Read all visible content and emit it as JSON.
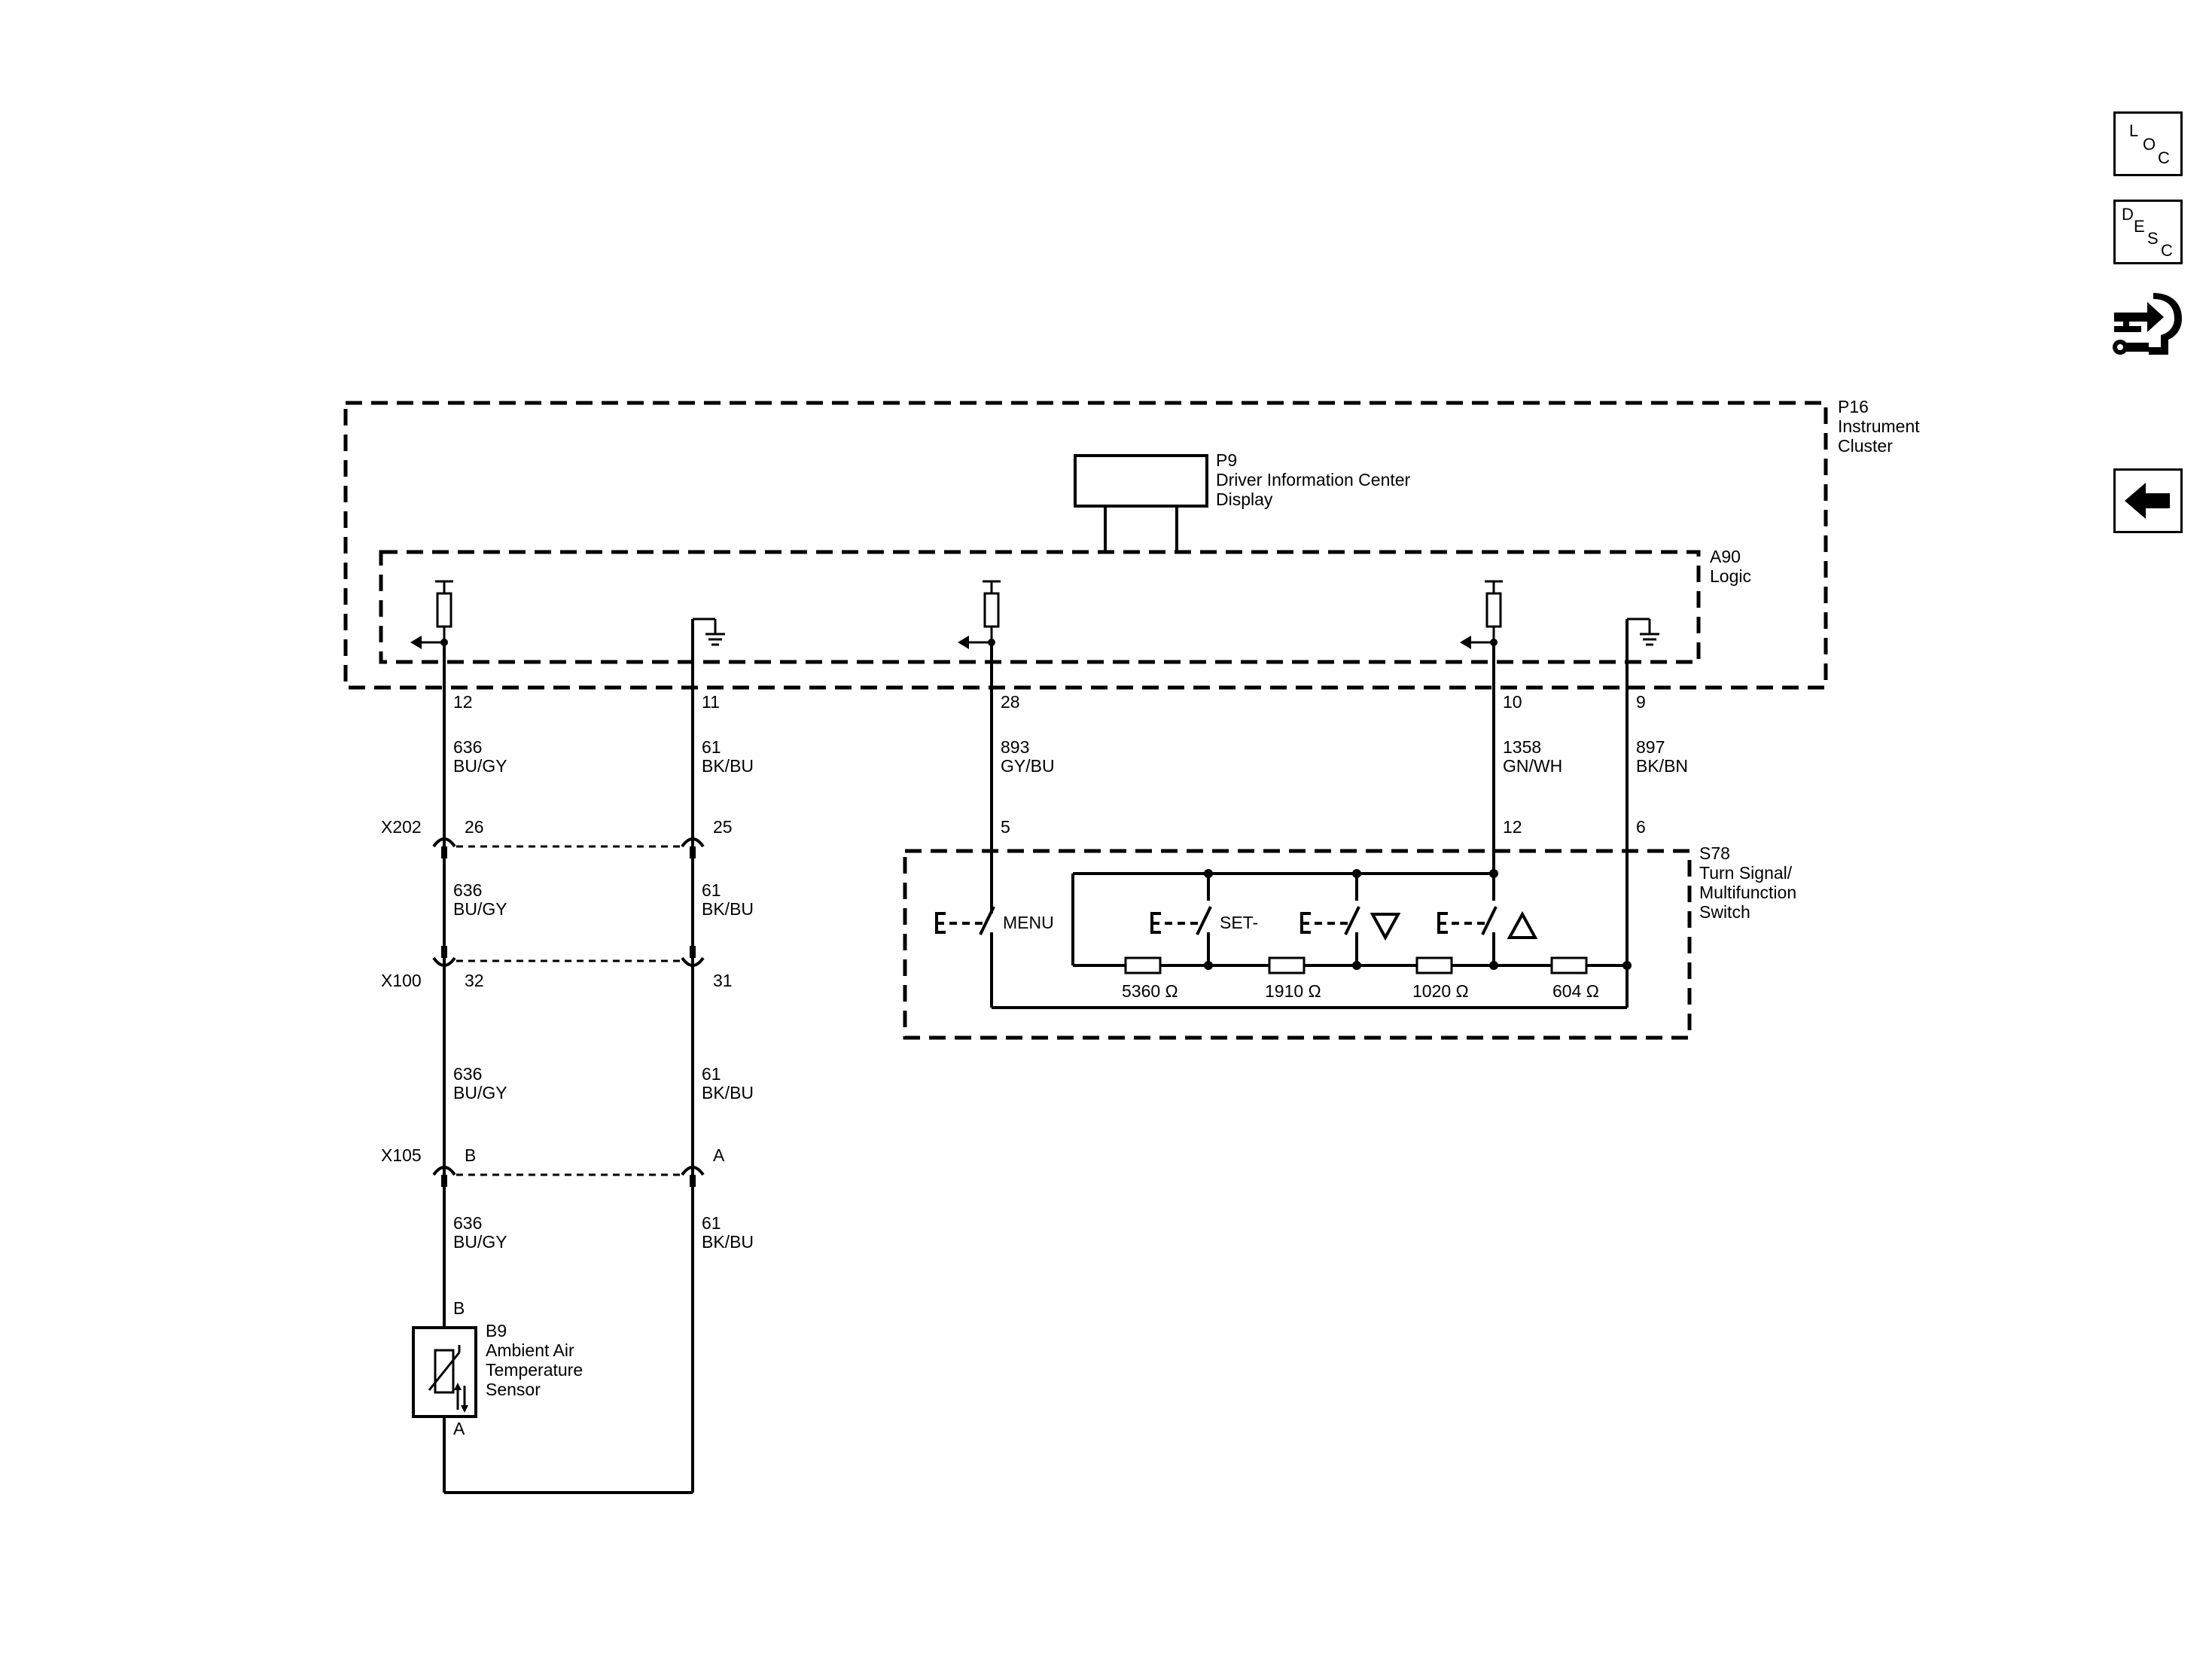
{
  "nav": {
    "loc": {
      "l1": "L",
      "l2": "O",
      "l3": "C"
    },
    "desc": {
      "l1": "D",
      "l2": "E",
      "l3": "S",
      "l4": "C"
    }
  },
  "modules": {
    "p16": {
      "id": "P16",
      "line1": "Instrument",
      "line2": "Cluster"
    },
    "p9": {
      "id": "P9",
      "line1": "Driver Information Center",
      "line2": "Display"
    },
    "a90": {
      "id": "A90",
      "line1": "Logic"
    },
    "s78": {
      "id": "S78",
      "line1": "Turn Signal/",
      "line2": "Multifunction",
      "line3": "Switch"
    },
    "b9": {
      "id": "B9",
      "line1": "Ambient Air",
      "line2": "Temperature",
      "line3": "Sensor",
      "pin_top": "B",
      "pin_bottom": "A"
    }
  },
  "pins": {
    "p12": "12",
    "p11": "11",
    "p28": "28",
    "p10": "10",
    "p9": "9",
    "s5": "5",
    "s12": "12",
    "s6": "6"
  },
  "wires": {
    "w12_1": {
      "circuit": "636",
      "color": "BU/GY"
    },
    "w11_1": {
      "circuit": "61",
      "color": "BK/BU"
    },
    "w28": {
      "circuit": "893",
      "color": "GY/BU"
    },
    "w10": {
      "circuit": "1358",
      "color": "GN/WH"
    },
    "w9": {
      "circuit": "897",
      "color": "BK/BN"
    },
    "w12_2": {
      "circuit": "636",
      "color": "BU/GY"
    },
    "w11_2": {
      "circuit": "61",
      "color": "BK/BU"
    },
    "w12_3": {
      "circuit": "636",
      "color": "BU/GY"
    },
    "w11_3": {
      "circuit": "61",
      "color": "BK/BU"
    },
    "w12_4": {
      "circuit": "636",
      "color": "BU/GY"
    },
    "w11_4": {
      "circuit": "61",
      "color": "BK/BU"
    }
  },
  "connectors": {
    "x202": {
      "id": "X202",
      "left_pin": "26",
      "right_pin": "25"
    },
    "x100": {
      "id": "X100",
      "left_pin": "32",
      "right_pin": "31"
    },
    "x105": {
      "id": "X105",
      "left_pin": "B",
      "right_pin": "A"
    }
  },
  "switches": {
    "menu": "MENU",
    "set": "SET-"
  },
  "resistors": {
    "r1": "5360 Ω",
    "r2": "1910 Ω",
    "r3": "1020 Ω",
    "r4": "604 Ω"
  }
}
